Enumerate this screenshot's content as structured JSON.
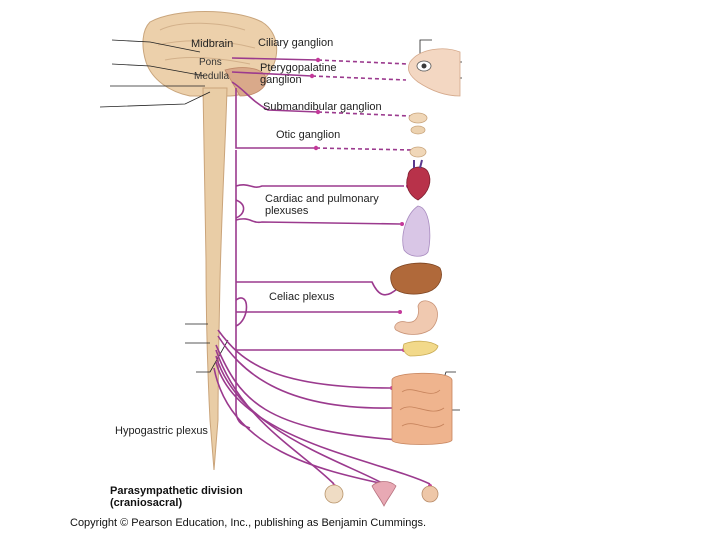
{
  "labels": {
    "midbrain": "Midbrain",
    "pons": "Pons",
    "medulla": "Medulla",
    "ciliary_ganglion": "Ciliary ganglion",
    "pterygopalatine_line1": "Pterygopalatine",
    "pterygopalatine_line2": "ganglion",
    "submandibular_ganglion": "Submandibular ganglion",
    "otic_ganglion": "Otic ganglion",
    "cardiac_line1": "Cardiac and pulmonary",
    "cardiac_line2": "plexuses",
    "celiac_plexus": "Celiac plexus",
    "hypogastric_plexus": "Hypogastric plexus"
  },
  "caption": {
    "title": "Parasympathetic division",
    "subtitle": "(craniosacral)"
  },
  "copyright": "Copyright © Pearson Education, Inc., publishing as Benjamin Cummings.",
  "colors": {
    "nerve": "#9b3a8e",
    "brain": "#e8c9a3",
    "cord": "#e6c79f",
    "heart": "#b8324a",
    "lung": "#d9c6e6",
    "liver": "#b0693a",
    "stomach": "#f0c9b0",
    "pancreas": "#f2d98a",
    "intestine": "#efb48e"
  }
}
